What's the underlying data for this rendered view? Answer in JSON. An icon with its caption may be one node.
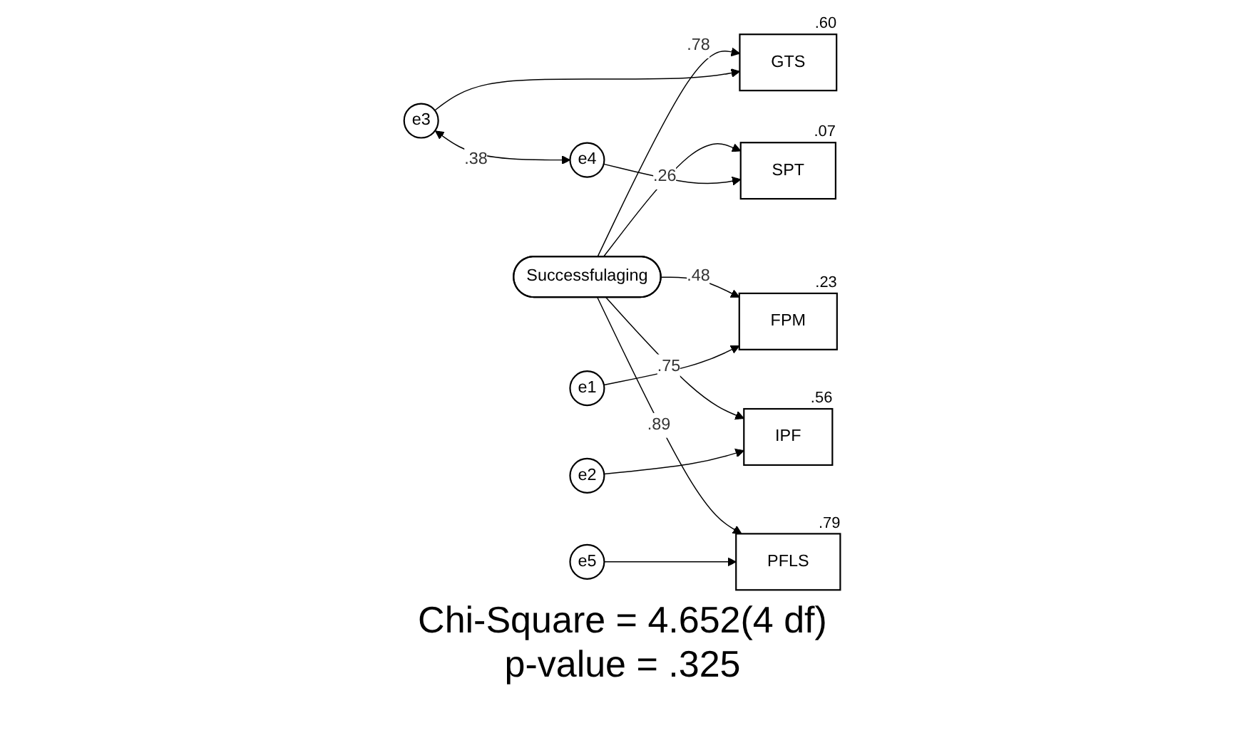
{
  "diagram": {
    "nodes": [
      {
        "text": [
          "Successfulaging"
        ]
      },
      {
        "text": [
          "FPM"
        ],
        "beside": [
          ".23"
        ]
      },
      {
        "text": [
          "IPF"
        ],
        "beside": [
          ".56"
        ]
      },
      {
        "text": [
          "GTS"
        ],
        "beside": [
          ".60"
        ]
      },
      {
        "text": [
          "SPT"
        ],
        "beside": [
          ".07"
        ]
      },
      {
        "text": [
          "PFLS"
        ],
        "beside": [
          ".79"
        ]
      },
      {
        "text": [
          "e1"
        ]
      },
      {
        "text": [
          "e2"
        ]
      },
      {
        "text": [
          "e3"
        ]
      },
      {
        "text": [
          "e4"
        ]
      },
      {
        "text": [
          "e5"
        ]
      }
    ],
    "edges": [
      {
        "from": 0,
        "to": 1,
        "arrow": "to",
        "label": ".48"
      },
      {
        "from": 0,
        "to": 2,
        "arrow": "to",
        "label": ".75"
      },
      {
        "from": 0,
        "to": 3,
        "arrow": "to",
        "label": ".78"
      },
      {
        "from": 0,
        "to": 4,
        "arrow": "to",
        "label": ".26"
      },
      {
        "from": 0,
        "to": 5,
        "arrow": "to",
        "label": ".89"
      },
      {
        "from": 6,
        "to": 1,
        "arrow": "to"
      },
      {
        "from": 7,
        "to": 2,
        "arrow": "to"
      },
      {
        "from": 8,
        "to": 3,
        "arrow": "to"
      },
      {
        "from": 9,
        "to": 4,
        "arrow": "to"
      },
      {
        "from": 10,
        "to": 5,
        "arrow": "to"
      },
      {
        "from": 8,
        "to": 9,
        "arrow": "both",
        "label": ".38"
      }
    ],
    "labels": [
      "Chi-Square = 4.652(4 df)",
      "p-value = .325"
    ]
  }
}
